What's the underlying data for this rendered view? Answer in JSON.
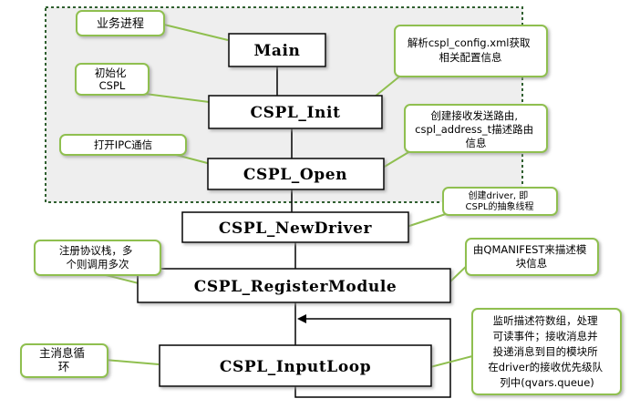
{
  "flow_boxes": {
    "main": "Main",
    "init": "CSPL_Init",
    "open": "CSPL_Open",
    "new_driver": "CSPL_NewDriver",
    "register_module": "CSPL_RegisterModule",
    "input_loop": "CSPL_InputLoop"
  },
  "callouts": {
    "business_process": "业务进程",
    "init_cspl": [
      "初始化",
      "CSPL"
    ],
    "open_ipc": "打开IPC通信",
    "parse_config": [
      "解析cspl_config.xml获取",
      "相关配置信息"
    ],
    "create_routes": [
      "创建接收发送路由,",
      "cspl_address_t描述路由",
      "信息"
    ],
    "create_driver": [
      "创建driver, 即",
      "CSPL的抽象线程"
    ],
    "register_stack": [
      "注册协议栈，多",
      "个则调用多次"
    ],
    "qmanifest": [
      "由QMANIFEST来描述模",
      "块信息"
    ],
    "main_loop": [
      "主消息循",
      "环"
    ],
    "monitor_desc": [
      "监听描述符数组，处理",
      "可读事件；接收消息并",
      "投递消息到目的模块所",
      "在driver的接收优先级队",
      "列中(qvars.queue)"
    ]
  },
  "colors": {
    "callout_border": "#8fbf4f",
    "group_border": "#2f5f2f",
    "group_fill": "#eeeeee",
    "line": "#000000"
  }
}
